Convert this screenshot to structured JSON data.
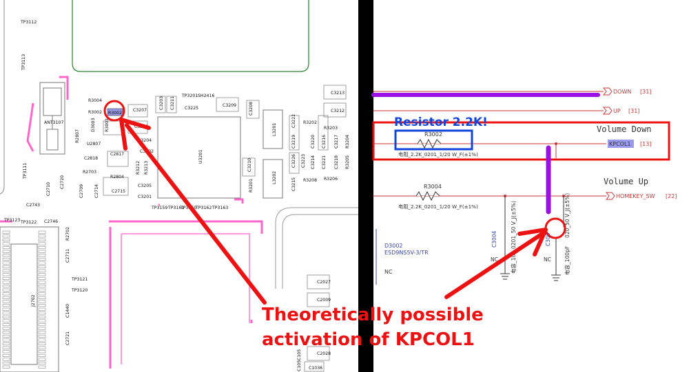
{
  "pcb": {
    "labels": [
      "TP3112",
      "TP3113",
      "ANT3107",
      "TP3111",
      "C2743",
      "TP3123",
      "TP3122",
      "C2746",
      "C2710",
      "C2720",
      "C2709",
      "C2714",
      "C2715",
      "R2703",
      "R2804",
      "C2818",
      "U2807",
      "C2817",
      "R2807",
      "D3003",
      "R3004",
      "R3002",
      "R3001",
      "C3005",
      "C3207",
      "C3206",
      "C3204",
      "C3202",
      "C3205",
      "C3201",
      "R3212",
      "R3213",
      "C3203",
      "C3211",
      "TP3201",
      "SH2416",
      "C3225",
      "C3209",
      "C3208",
      "U3201",
      "C3210",
      "L3201",
      "L3202",
      "R3201",
      "C3213",
      "C3212",
      "R3202",
      "R3203",
      "R3204",
      "R3205",
      "C3222",
      "C3219",
      "C3220",
      "C3216",
      "C3217",
      "C3218",
      "C3226",
      "C3223",
      "C3214",
      "C3221",
      "C3215",
      "R3208",
      "R3206",
      "TP3159",
      "TP3161",
      "TP3160",
      "TP3162",
      "TP3163",
      "R2702",
      "C2711",
      "TP3121",
      "TP3120",
      "J2702",
      "C1440",
      "C2721",
      "C2027",
      "C2009",
      "C2028",
      "C1036",
      "C105",
      "C105"
    ]
  },
  "schematic": {
    "nets": [
      {
        "name": "DOWN",
        "ref": "[31]"
      },
      {
        "name": "UP",
        "ref": "[31]"
      },
      {
        "name": "KPCOL1",
        "ref": "[13]"
      },
      {
        "name": "HOMEKEY_SW",
        "ref": "[22]"
      }
    ],
    "resistors": [
      {
        "ref": "R3002",
        "desc": "电阻_2.2K_0201_1/20 W_F(±1%)"
      },
      {
        "ref": "R3004",
        "desc": "电阻_2.2K_0201_1/20 W_F(±1%)"
      }
    ],
    "caps": [
      {
        "ref": "C3004",
        "value": "0201_50 V_J(±5%)",
        "desc": "电容_100",
        "nc": "NC"
      },
      {
        "ref": "C300",
        "value": "020_50 V_J(±5%)",
        "desc": "电容_100pF",
        "nc": "NC"
      }
    ],
    "diode": {
      "ref": "D3002",
      "part": "ESD9NS5V-3/TR",
      "nc": "NC"
    },
    "volume_down": "Volume Down",
    "volume_up": "Volume Up"
  },
  "annotations": {
    "resistor_note": "Resistor 2.2K!",
    "activation_line1": "Theoretically possible",
    "activation_line2": "activation of KPCOL1"
  },
  "colors": {
    "annotation_red": "#ee1111",
    "annotation_blue": "#1144dd",
    "purple": "#9a10e6",
    "pink": "#ff66cc",
    "net_red": "#cc3333",
    "green_outline": "#2e8b2e"
  }
}
